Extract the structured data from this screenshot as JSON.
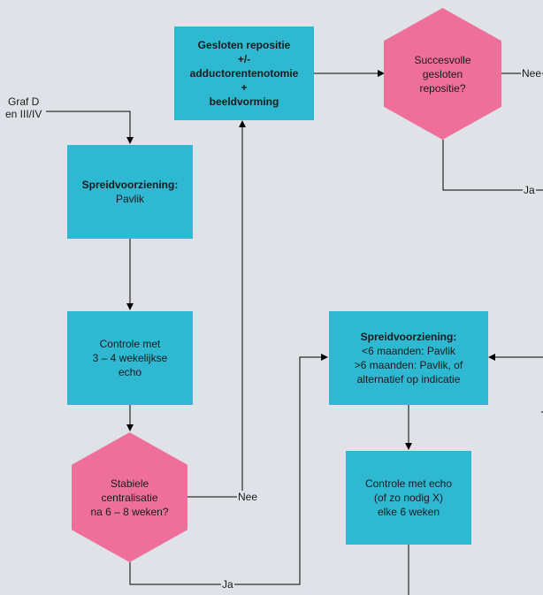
{
  "start_label": [
    "Graf D",
    "en III/IV"
  ],
  "closed_reposition": {
    "lines": [
      "Gesloten repositie",
      "+/-",
      "adductorentenotomie",
      "+",
      "beeldvorming"
    ]
  },
  "success_decision": {
    "lines": [
      "Succesvolle",
      "gesloten",
      "repositie?"
    ]
  },
  "spreid_pavlik": {
    "title": "Spreidvoorziening:",
    "text": "Pavlik"
  },
  "control_weekly": {
    "lines": [
      "Controle met",
      "3 – 4 wekelijkse",
      "echo"
    ]
  },
  "stable_decision": {
    "lines": [
      "Stabiele",
      "centralisatie",
      "na 6 – 8 weken?"
    ]
  },
  "spreid_age": {
    "title": "Spreidvoorziening:",
    "lines": [
      "<6 maanden: Pavlik",
      ">6 maanden: Pavlik, of",
      "alternatief op indicatie"
    ]
  },
  "control_six_weeks": {
    "lines": [
      "Controle met echo",
      "(of zo nodig X)",
      "elke 6 weken"
    ]
  },
  "labels": {
    "nee": "Nee",
    "ja": "Ja"
  }
}
